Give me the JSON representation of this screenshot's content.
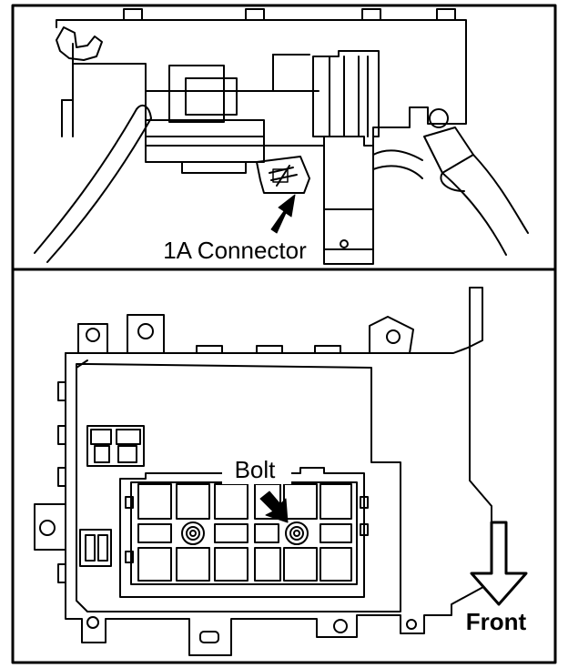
{
  "labels": {
    "connector": "1A Connector",
    "bolt": "Bolt",
    "front": "Front"
  },
  "colors": {
    "line": "#000000",
    "background": "#ffffff"
  },
  "icons": {
    "connector_pointer": "arrow-icon",
    "bolt_pointer": "arrow-icon",
    "front_direction": "down-arrow-icon"
  }
}
